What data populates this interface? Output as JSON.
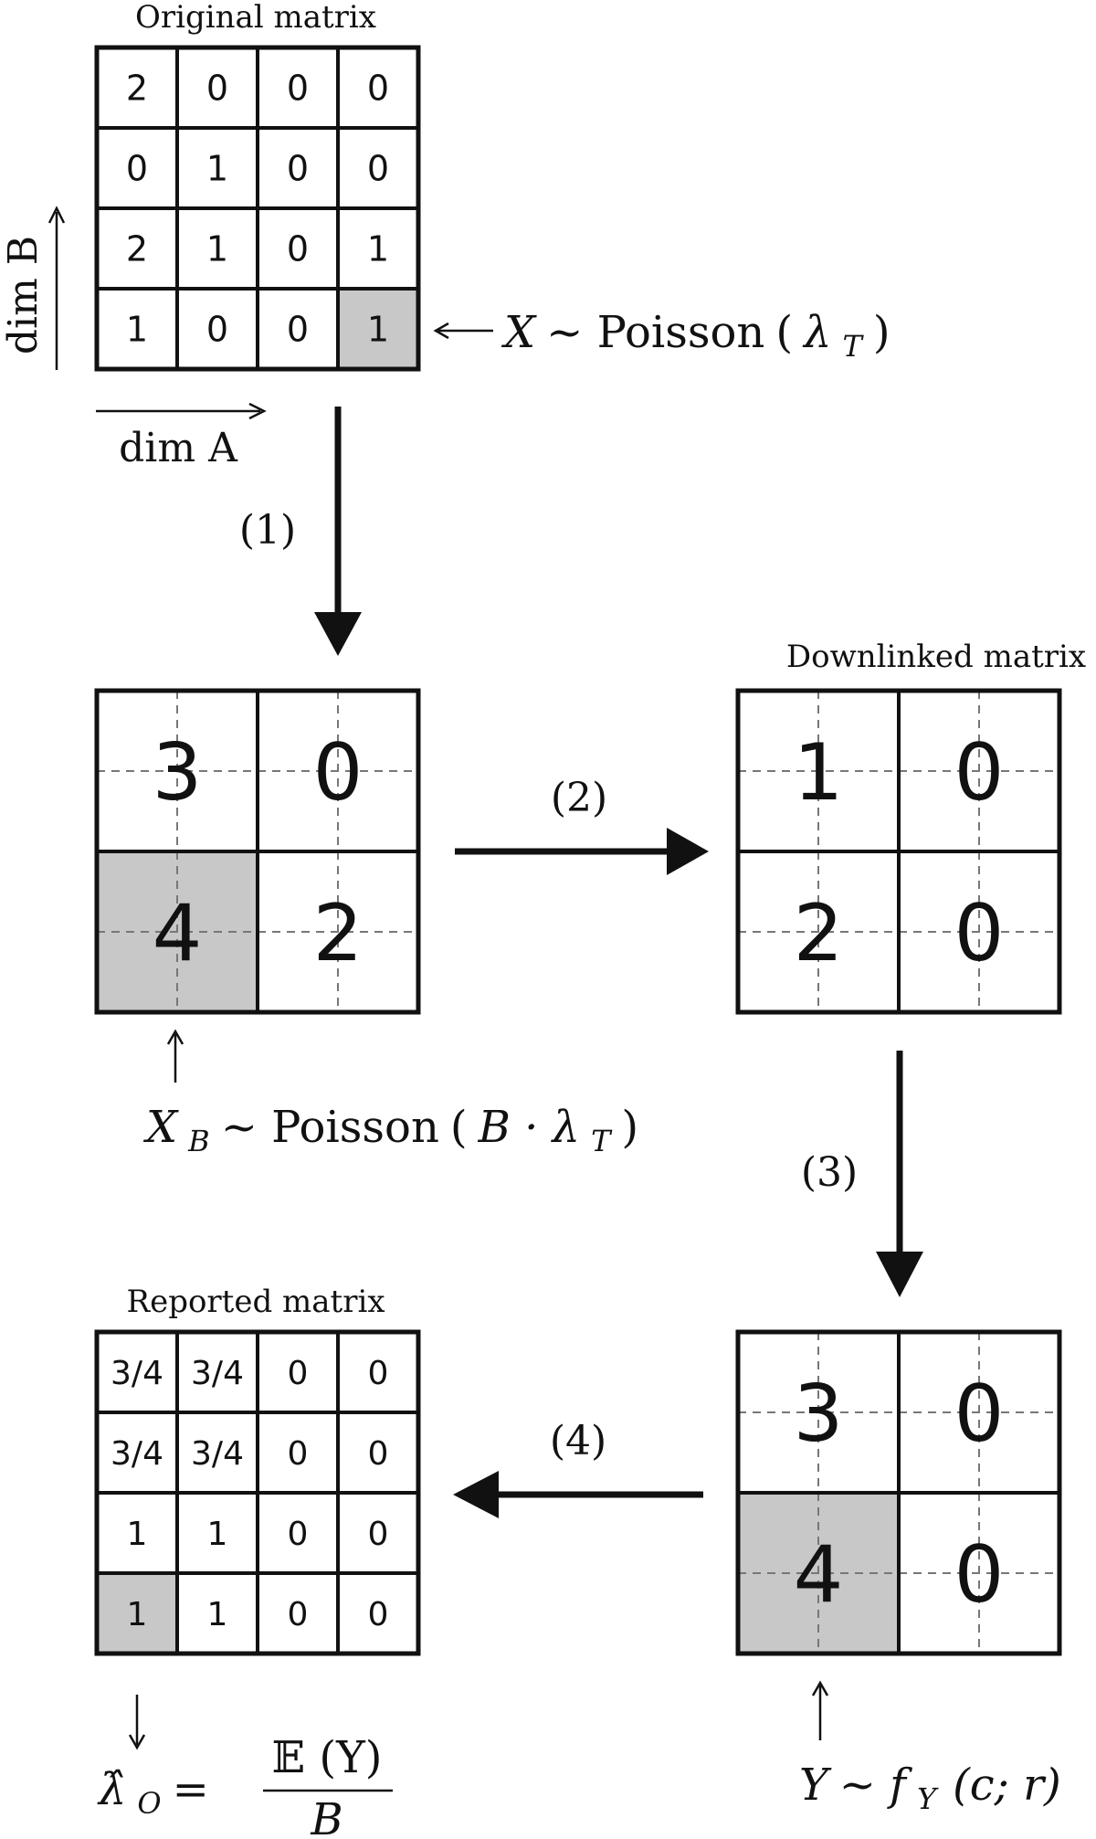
{
  "matrices": {
    "original": {
      "title": "Original matrix",
      "cells": [
        [
          "2",
          "0",
          "0",
          "0"
        ],
        [
          "0",
          "1",
          "0",
          "0"
        ],
        [
          "2",
          "1",
          "0",
          "1"
        ],
        [
          "1",
          "0",
          "0",
          "1"
        ]
      ],
      "highlight": [
        3,
        3
      ]
    },
    "binned": {
      "title": "",
      "cells": [
        [
          "3",
          "0"
        ],
        [
          "4",
          "2"
        ]
      ],
      "highlight": [
        1,
        0
      ]
    },
    "downlinked": {
      "title": "Downlinked matrix",
      "cells": [
        [
          "1",
          "0"
        ],
        [
          "2",
          "0"
        ]
      ],
      "highlight": null
    },
    "recovered": {
      "title": "",
      "cells": [
        [
          "3",
          "0"
        ],
        [
          "4",
          "0"
        ]
      ],
      "highlight": [
        1,
        0
      ]
    },
    "reported": {
      "title": "Reported matrix",
      "cells": [
        [
          "3/4",
          "3/4",
          "0",
          "0"
        ],
        [
          "3/4",
          "3/4",
          "0",
          "0"
        ],
        [
          "1",
          "1",
          "0",
          "0"
        ],
        [
          "1",
          "1",
          "0",
          "0"
        ]
      ],
      "highlight": [
        3,
        0
      ]
    }
  },
  "axes": {
    "dim_a": "dim A",
    "dim_b": "dim B"
  },
  "steps": [
    "(1)",
    "(2)",
    "(3)",
    "(4)"
  ],
  "equations": {
    "x_dist": {
      "lhs": "X",
      "dist": "Poisson",
      "param": "λ",
      "param_sub": "T"
    },
    "xb_dist": {
      "lhs": "X",
      "lhs_sub": "B",
      "dist": "Poisson",
      "param_pre": "B · ",
      "param": "λ",
      "param_sub": "T"
    },
    "y_dist": {
      "lhs": "Y",
      "f": "f",
      "f_sub": "Y",
      "args": "(c; r)"
    },
    "lambda_hat": {
      "lhs": "λ̂",
      "lhs_sub": "O",
      "numerator": "𝔼 (Y)",
      "denominator": "B"
    }
  },
  "colors": {
    "highlight": "#c8c8c8",
    "line": "#111111",
    "dashed": "#777777"
  }
}
